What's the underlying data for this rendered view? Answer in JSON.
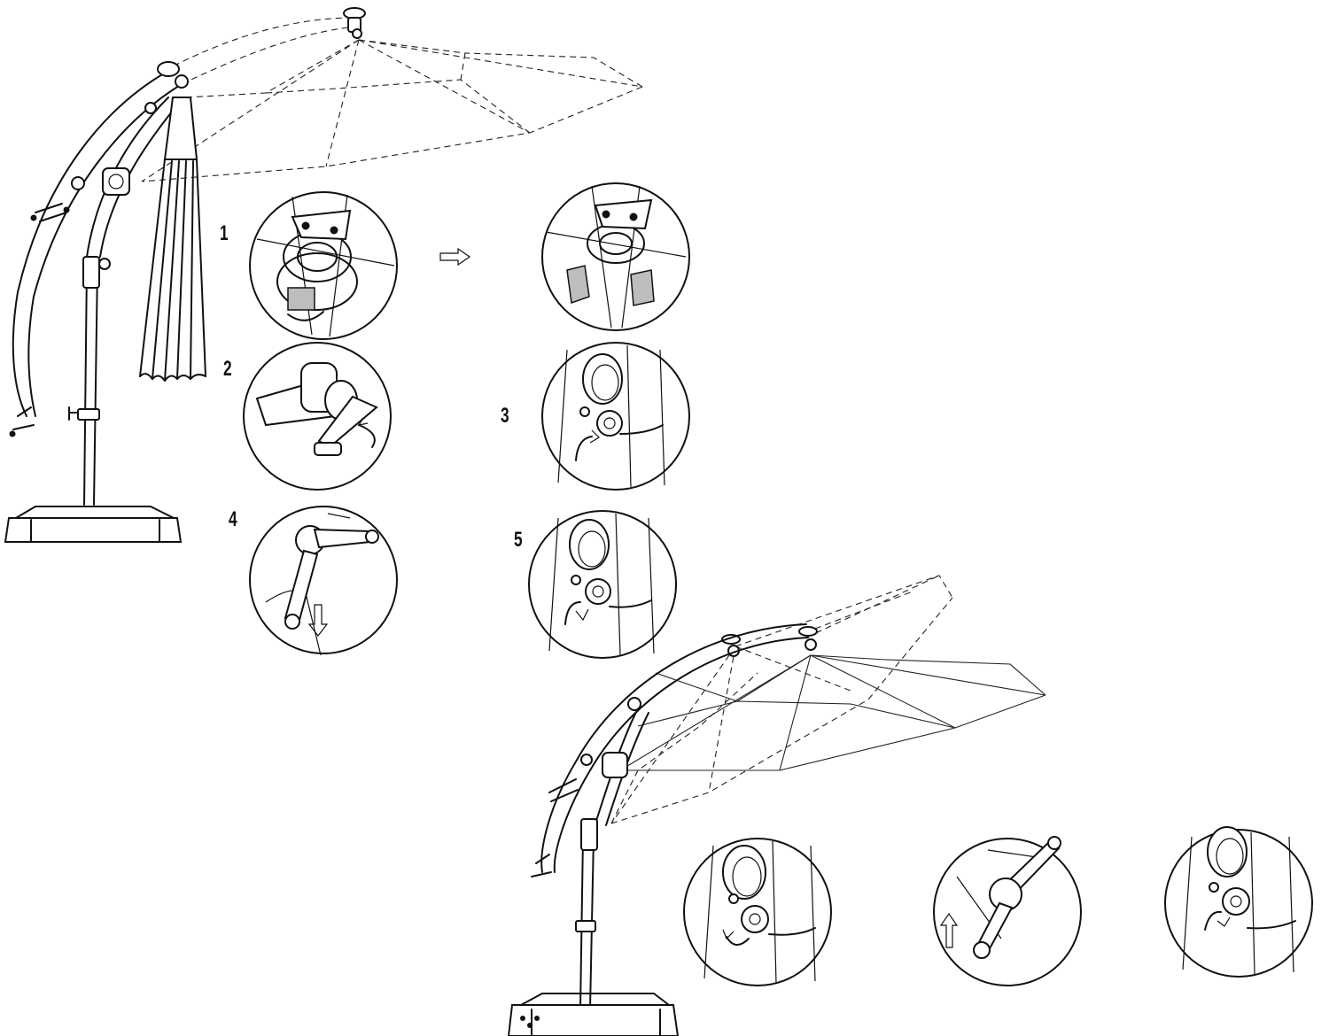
{
  "steps": [
    {
      "id": "1",
      "label": "1"
    },
    {
      "id": "2",
      "label": "2"
    },
    {
      "id": "3",
      "label": "3"
    },
    {
      "id": "4",
      "label": "4"
    },
    {
      "id": "5",
      "label": "5"
    }
  ],
  "colors": {
    "line": "#111111",
    "background": "#ffffff",
    "shade": "#bdbdbd"
  },
  "icons": [
    "arrow-right-icon",
    "arrow-down-icon",
    "arrow-up-icon",
    "rotate-arrow-icon"
  ]
}
